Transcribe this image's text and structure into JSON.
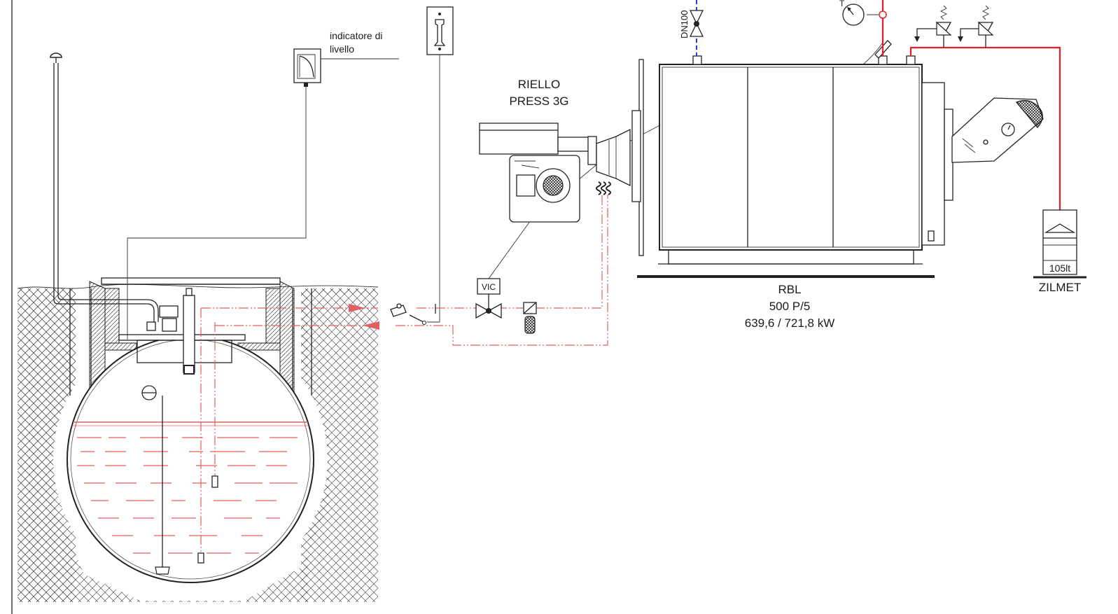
{
  "labels": {
    "level_indicator_line1": "indicatore di",
    "level_indicator_line2": "livello",
    "burner_line1": "RIELLO",
    "burner_line2": "PRESS 3G",
    "valve_vic": "VIC",
    "boiler_model": "RBL",
    "boiler_size": "500 P/5",
    "boiler_power": "639,6 / 721,8 kW",
    "valve_dn": "DN100",
    "thermometer": "T",
    "expansion_volume": "105lt",
    "expansion_brand": "ZILMET"
  },
  "colors": {
    "water_pipe": "#e31e24",
    "fuel_line": "#e06060",
    "cold_pipe": "#1f3fd8",
    "line": "#222222"
  },
  "icons": [
    "vent-cap-icon",
    "level-gauge-icon",
    "fill-point-icon",
    "solenoid-valve-icon",
    "filter-icon",
    "check-valve-icon",
    "thermometer-icon",
    "safety-valve-icon",
    "flow-arrow-icon"
  ]
}
